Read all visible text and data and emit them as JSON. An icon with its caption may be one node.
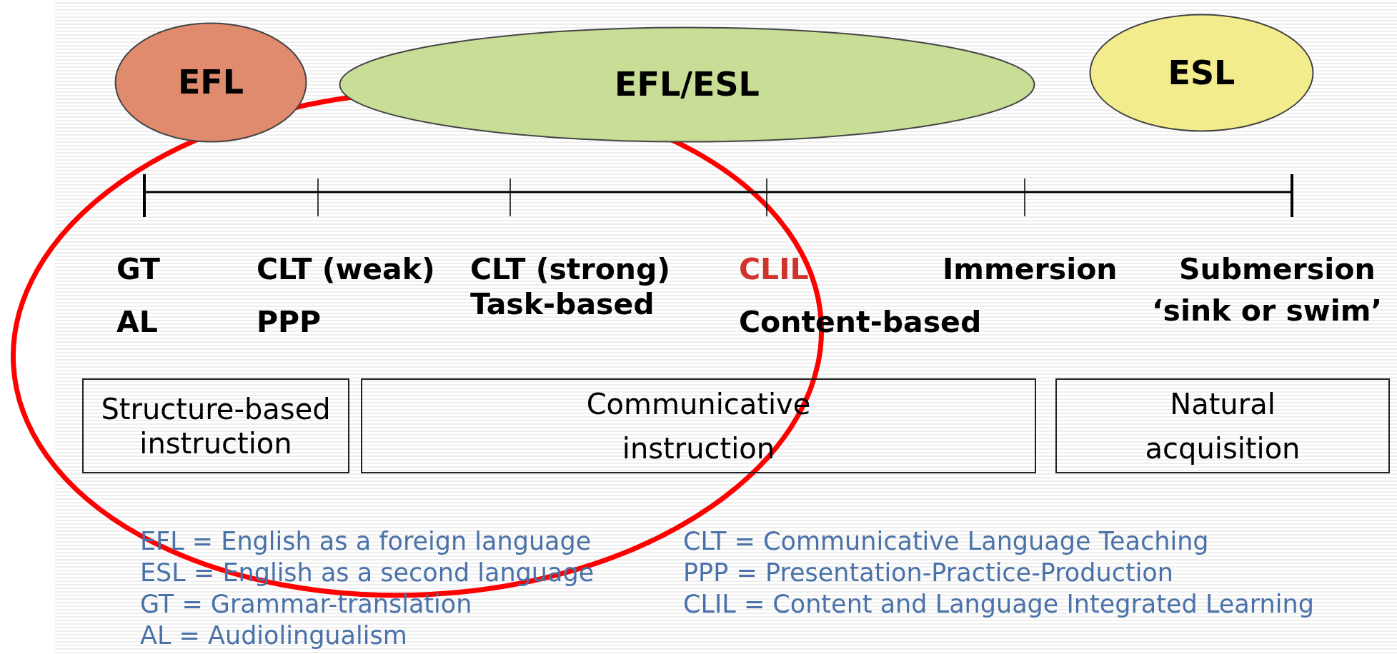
{
  "diagram": {
    "nodes": [
      {
        "text": [
          "EFL"
        ]
      },
      {
        "text": [
          "EFL/ESL"
        ]
      },
      {
        "text": [
          "ESL"
        ]
      },
      {
        "text": [
          "Structure-based instruction"
        ]
      },
      {
        "text": [
          "Communicative instruction"
        ]
      },
      {
        "text": [
          "Natural acquisition"
        ]
      }
    ],
    "labels": [
      "GT",
      "CLT (weak)",
      "CLT (strong)",
      "CLIL",
      "Immersion",
      "Submersion",
      "AL",
      "PPP",
      "Task-based",
      "Content-based",
      "‘sink or swim’",
      "EFL = English as a foreign language",
      "ESL = English as a second language",
      "GT = Grammar-translation",
      "AL = Audiolingualism",
      "CLT = Communicative Language Teaching",
      "PPP = Presentation-Practice-Production",
      "CLIL = Content and Language Integrated Learning"
    ]
  }
}
